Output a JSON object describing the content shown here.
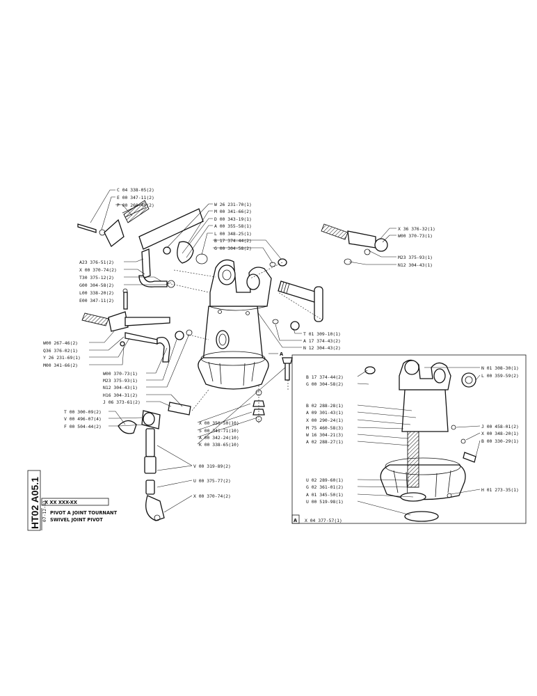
{
  "labels_top_left": [
    "C 04 338-05(2)",
    "E 00 347-11(2)",
    "P 00 260-49(2)"
  ],
  "labels_top_center": [
    "W 26 231-70(1)",
    "M 00 341-66(2)",
    "D 00 343-19(1)",
    "A 00 355-58(1)",
    "L 00 348-25(1)",
    "B 17 374-44(2)",
    "G 00 304-58(2)"
  ],
  "labels_top_right": [
    "X 36 376-32(1)",
    "W00 370-73(1)",
    "M23 375-93(1)",
    "N12 304-43(1)"
  ],
  "labels_left_upper": [
    "A23 376-51(2)",
    "X 00 370-74(2)",
    "T30 375-12(2)",
    "G00 304-58(2)",
    "L00 338-20(2)",
    "E00 347-11(2)"
  ],
  "labels_left_middle": [
    "W00 267-46(2)",
    "Q36 376-02(1)",
    "Y 26 231-69(1)",
    "M00 341-66(2)"
  ],
  "labels_left_lower": [
    "W00 370-73(1)",
    "M23 375-93(1)",
    "N12 304-43(1)",
    "H16 304-31(2)",
    "J 06 373-61(2)"
  ],
  "labels_bottom_left": [
    "T 00 300-09(2)",
    "V 00 496-07(4)",
    "F 00 504-44(2)"
  ],
  "labels_center_lower": [
    "X 00 350-50(10)",
    "S 00 341-71(10)",
    "A 00 342-24(10)",
    "K 00 338-65(10)"
  ],
  "labels_center_right": [
    "T 01 309-10(1)",
    "A 17 374-43(2)",
    "N 12 304-43(2)"
  ],
  "labels_hose": [
    "V 00 319-89(2)",
    "U 00 375-77(2)",
    "X 00 370-74(2)"
  ],
  "section_marker": "A",
  "inset": {
    "marker": "A",
    "ref": "X 04 377-57(1)",
    "labels_right": [
      "N 01 308-30(1)",
      "L 00 359-59(2)",
      "J 00 458-01(2)",
      "X 00 348-20(1)",
      "B 00 330-29(1)",
      "H 01 273-35(1)"
    ],
    "labels_left": [
      "B 17 374-44(2)",
      "G 00 304-58(2)",
      "B 02 288-28(1)",
      "A 09 301-43(1)",
      "X 00 290-24(1)",
      "M 75 460-58(3)",
      "W 16 304-21(3)",
      "A 02 288-27(1)",
      "U 02 289-60(1)",
      "G 02 361-01(2)",
      "A 01 345-50(1)",
      "U 00 519-98(1)"
    ]
  },
  "title_block": {
    "sheet_code": "HT02 A05.1",
    "part_number": "X XX XXX-XX",
    "date": "07-12-83",
    "title_fr": "PIVOT A JOINT TOURNANT",
    "title_en": "SWIVEL JOINT PIVOT"
  }
}
